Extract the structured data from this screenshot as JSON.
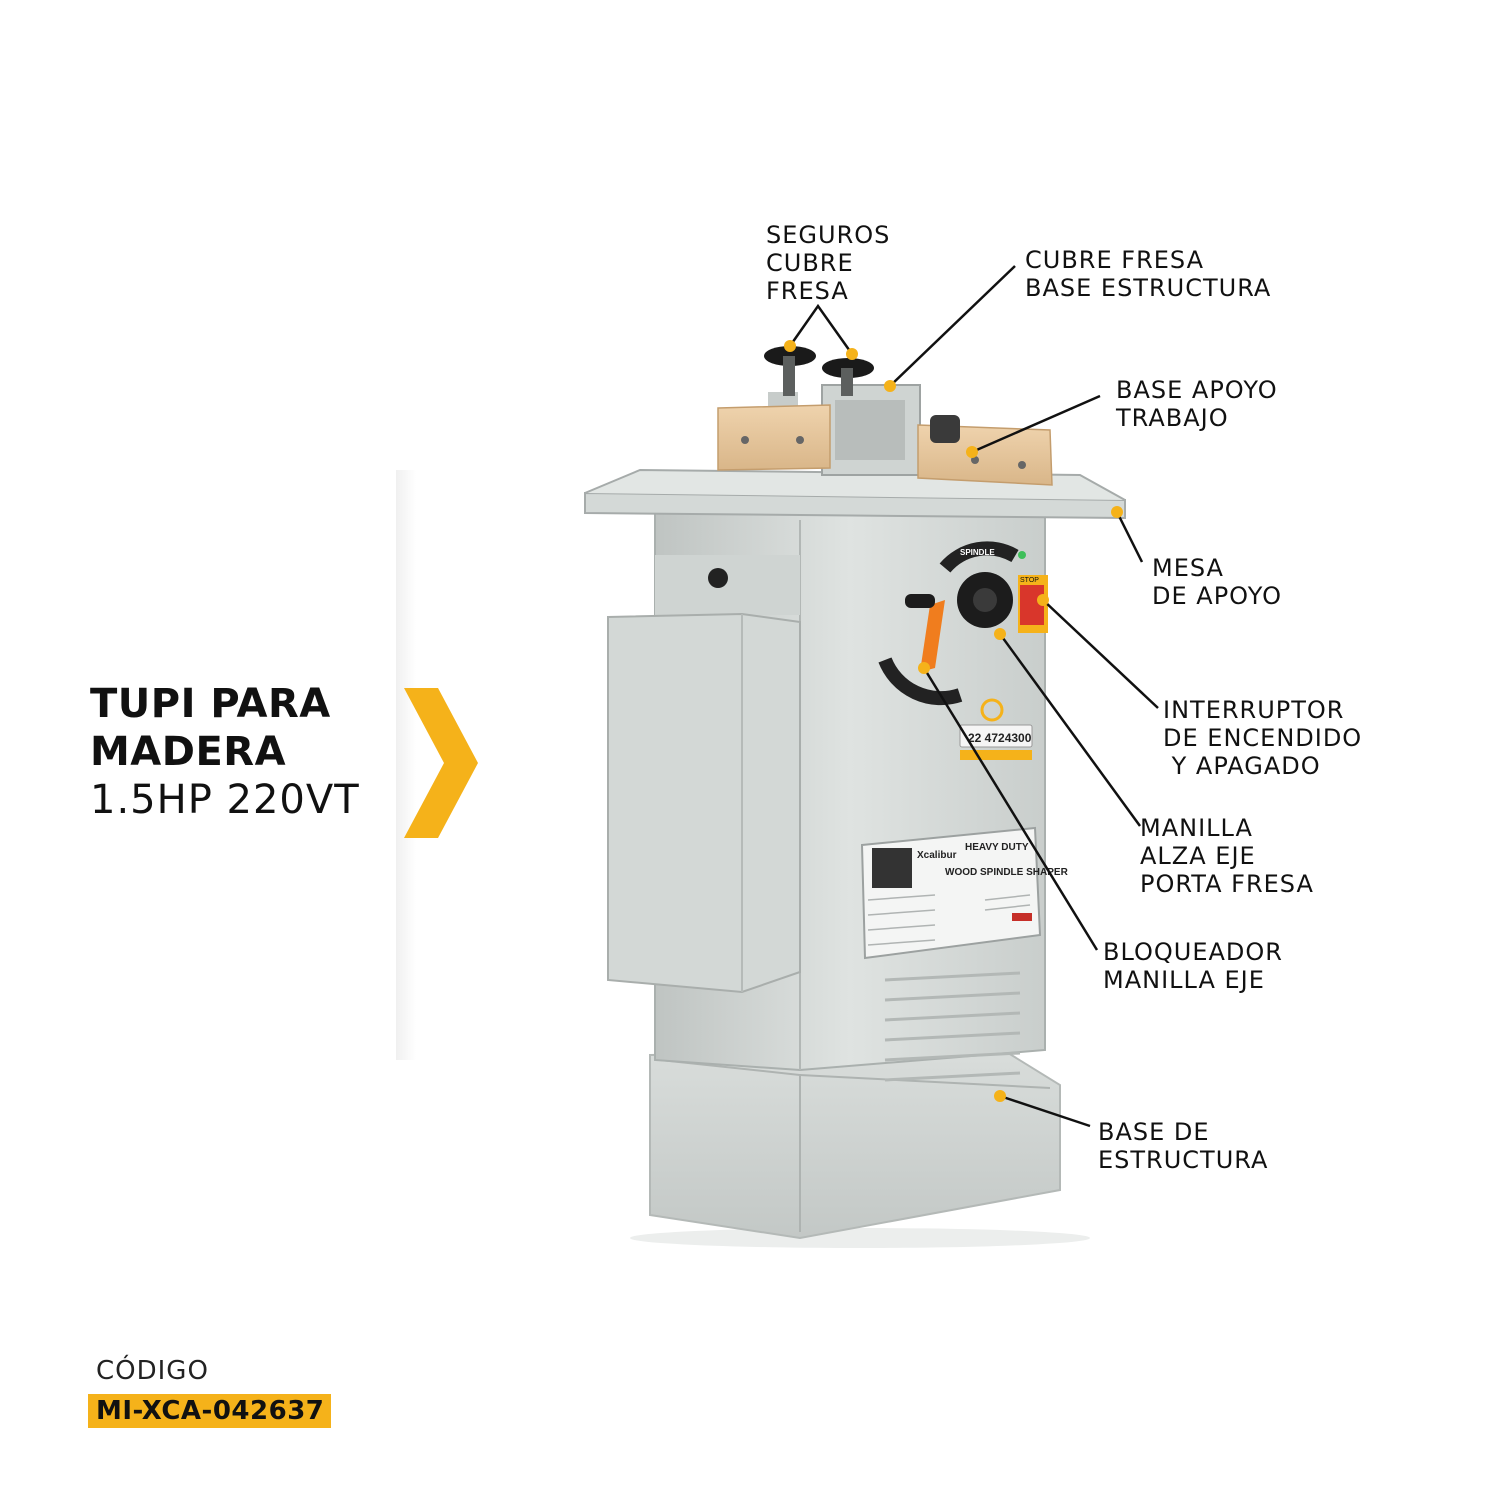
{
  "title": {
    "line1": "TUPI PARA",
    "line2": "MADERA",
    "line3": "1.5HP  220VT"
  },
  "accent_color": "#f5b21a",
  "machine_colors": {
    "body": "#d7dbd9",
    "wood": "#e8c9a0",
    "handle": "#f07d1e",
    "stop_button": "#d9362b"
  },
  "machine_text": {
    "plate_line1": "HEAVY DUTY",
    "plate_line2": "WOOD SPINDLE SHAPER",
    "brand": "Xcalibur",
    "phone": "22 4724300",
    "dial": "SPINDLE",
    "switch": "STOP"
  },
  "labels": {
    "seguros": "SEGUROS\nCUBRE\nFRESA",
    "cubre_fresa": "CUBRE FRESA\nBASE ESTRUCTURA",
    "base_apoyo": "BASE APOYO\nTRABAJO",
    "mesa": "MESA\nDE APOYO",
    "interruptor": "INTERRUPTOR\nDE ENCENDIDO\n Y APAGADO",
    "manilla_alza": "MANILLA\nALZA EJE\nPORTA FRESA",
    "bloqueador": "BLOQUEADOR\nMANILLA EJE",
    "base_estructura": "BASE DE\nESTRUCTURA"
  },
  "code": {
    "caption": "CÓDIGO",
    "value": "MI-XCA-042637"
  }
}
